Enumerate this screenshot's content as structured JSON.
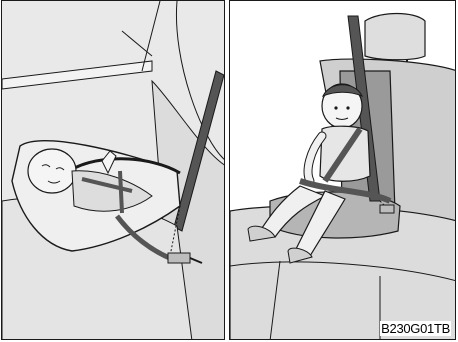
{
  "figure": {
    "code": "B230G01TB"
  },
  "panels": {
    "left": {
      "subject": "infant-carrier-seat"
    },
    "right": {
      "subject": "child-booster-seat"
    }
  },
  "colors": {
    "line": "#1a1a1a",
    "fill_light": "#e6e6e6",
    "fill_mid": "#cfcfcf",
    "fill_dark": "#8c8c8c",
    "belt": "#555555"
  }
}
